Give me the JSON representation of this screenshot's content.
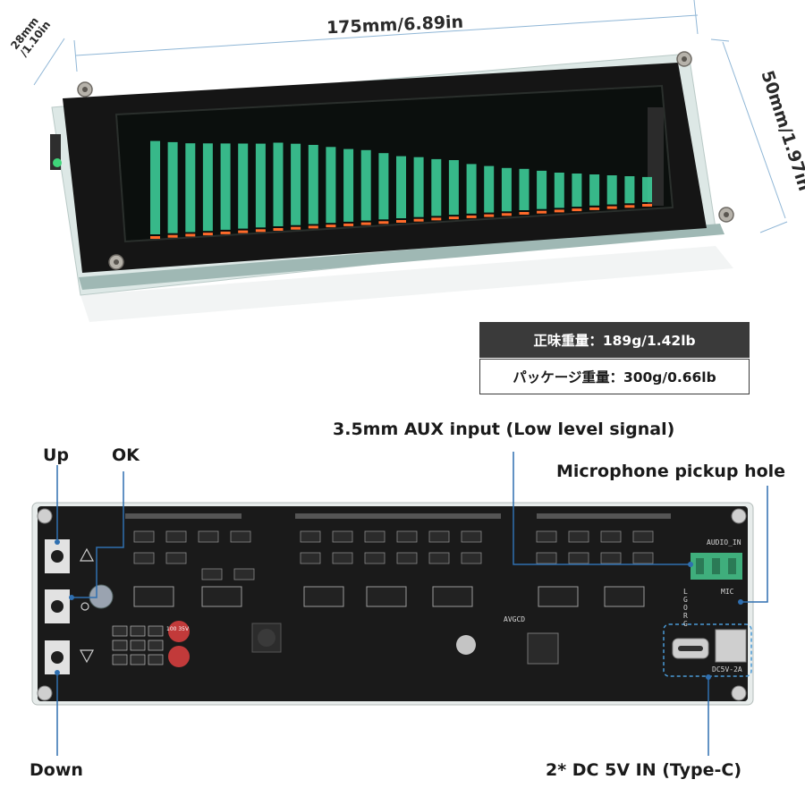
{
  "dimensions": {
    "width": "175mm/6.89in",
    "depth_line1": "28mm",
    "depth_line2": "/1.10in",
    "height": "50mm/1.97in"
  },
  "weights": {
    "net": "正味重量：189g/1.42lb",
    "package": "パッケージ重量：300g/0.66lb"
  },
  "callouts": {
    "up": "Up",
    "ok": "OK",
    "down": "Down",
    "aux": "3.5mm AUX input (Low level signal)",
    "mic": "Microphone pickup hole",
    "dc": "2* DC 5V IN (Type-C)"
  },
  "board_silkscreen": {
    "audio_in": "AUDIO_IN",
    "mic": "MIC",
    "dc_rating": "DC5V-2A",
    "avgcd": "AVGCD",
    "led_letters": [
      "L",
      "G",
      "O",
      "R",
      "G"
    ],
    "cap_label": "100 35V"
  },
  "spectrum_levels": [
    0.9,
    0.88,
    0.86,
    0.85,
    0.84,
    0.83,
    0.82,
    0.82,
    0.8,
    0.78,
    0.75,
    0.72,
    0.7,
    0.66,
    0.62,
    0.6,
    0.57,
    0.55,
    0.5,
    0.47,
    0.44,
    0.42,
    0.39,
    0.36,
    0.34,
    0.32,
    0.3,
    0.28,
    0.26
  ],
  "colors": {
    "vfd_green": "#3fd6a0",
    "vfd_orange": "#ff6a2a",
    "pcb": "#1a1a1a",
    "connector_green": "#3fae7c",
    "callout_blue": "#2f6fb0"
  }
}
